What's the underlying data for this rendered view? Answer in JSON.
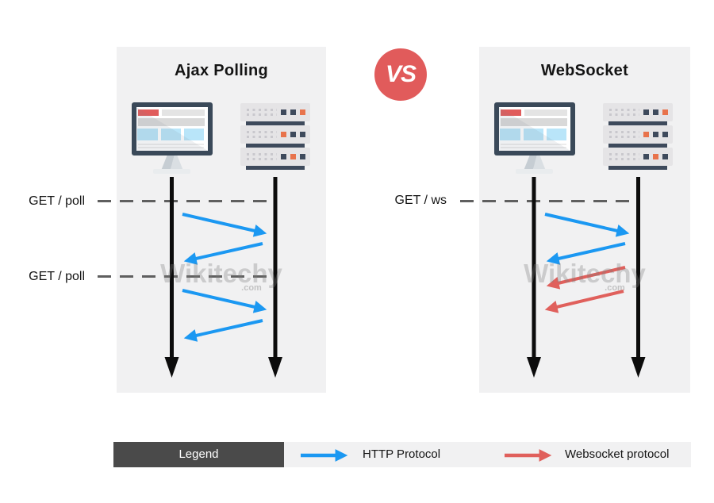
{
  "diagram": {
    "left_panel": {
      "title": "Ajax Polling",
      "events": [
        "GET / poll",
        "GET / poll"
      ]
    },
    "right_panel": {
      "title": "WebSocket",
      "events": [
        "GET / ws"
      ]
    },
    "vs_label": "VS"
  },
  "flows": {
    "ajax_polling": [
      "client-request",
      "server-response",
      "client-request",
      "server-response"
    ],
    "websocket": [
      "client-request",
      "server-response",
      "server-push",
      "server-push"
    ]
  },
  "watermark": {
    "name": "Wikitechy",
    "domain": ".com"
  },
  "legend": {
    "title": "Legend",
    "items": [
      {
        "label": "HTTP Protocol"
      },
      {
        "label": "Websocket protocol"
      }
    ]
  },
  "colors": {
    "http_protocol": "#1b98f2",
    "websocket_protocol": "#e0605c",
    "vs_badge": "#e15b5b",
    "panel_background": "#f1f1f2",
    "timeline": "#0c0c0c",
    "dashed_line": "#5f5f5f",
    "legend_header_bg": "#4a4a4a",
    "monitor_frame": "#3a4959",
    "server_accent_orange": "#e8734c"
  }
}
